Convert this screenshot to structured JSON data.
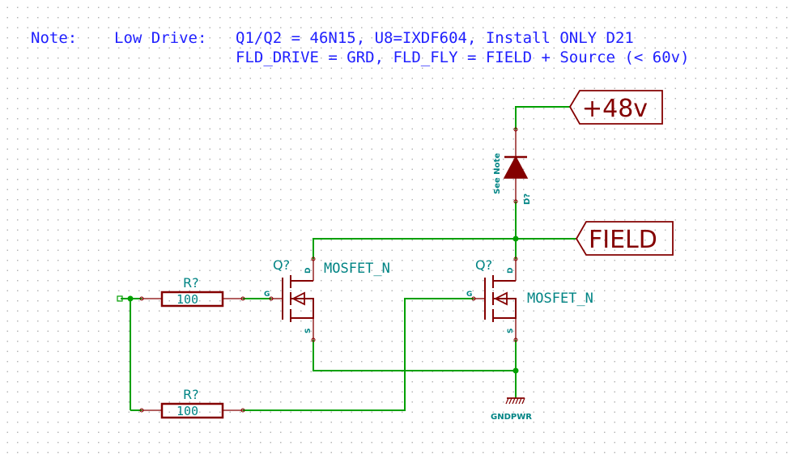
{
  "note": {
    "label": "Note:",
    "mode": "Low Drive:",
    "line1": "Q1/Q2 = 46N15,  U8=IXDF604, Install ONLY D21",
    "line2": "FLD_DRIVE = GRD, FLD_FLY = FIELD + Source (< 60v)"
  },
  "labels": {
    "vplus": "+48v",
    "field": "FIELD",
    "gnd": "GNDPWR"
  },
  "diode": {
    "ref": "D?",
    "value": "See Note"
  },
  "mosfets": [
    {
      "ref": "Q?",
      "value": "MOSFET_N",
      "pin_g": "G",
      "pin_d": "D",
      "pin_s": "S"
    },
    {
      "ref": "Q?",
      "value": "MOSFET_N",
      "pin_g": "G",
      "pin_d": "D",
      "pin_s": "S"
    }
  ],
  "resistors": [
    {
      "ref": "R?",
      "value": "100"
    },
    {
      "ref": "R?",
      "value": "100"
    }
  ],
  "colors": {
    "wire": "#00a000",
    "component": "#840000",
    "text": "#008484",
    "note": "#1f1fff"
  }
}
